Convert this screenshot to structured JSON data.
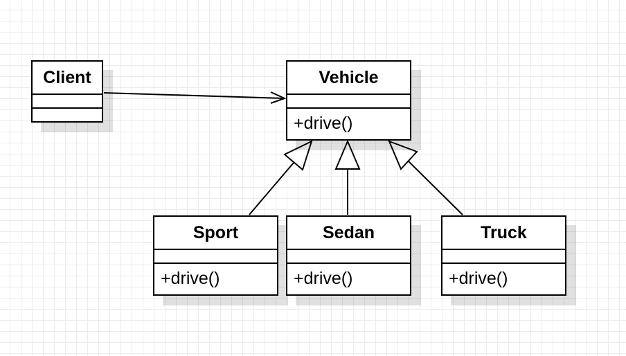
{
  "diagram": {
    "classes": {
      "client": {
        "name": "Client"
      },
      "vehicle": {
        "name": "Vehicle",
        "operation": "+drive()"
      },
      "sport": {
        "name": "Sport",
        "operation": "+drive()"
      },
      "sedan": {
        "name": "Sedan",
        "operation": "+drive()"
      },
      "truck": {
        "name": "Truck",
        "operation": "+drive()"
      }
    },
    "relationships": [
      {
        "type": "association",
        "from": "Client",
        "to": "Vehicle"
      },
      {
        "type": "generalization",
        "from": "Sport",
        "to": "Vehicle"
      },
      {
        "type": "generalization",
        "from": "Sedan",
        "to": "Vehicle"
      },
      {
        "type": "generalization",
        "from": "Truck",
        "to": "Vehicle"
      }
    ]
  }
}
